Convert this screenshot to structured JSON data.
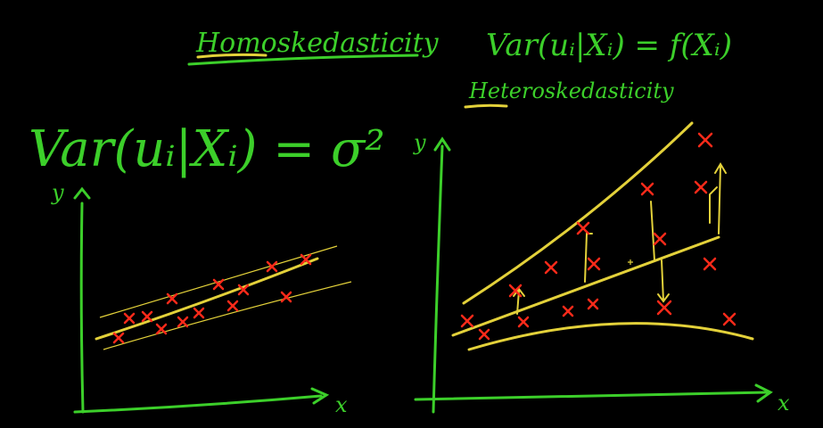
{
  "colors": {
    "background": "#000000",
    "ink_green": "#3ccf2a",
    "ink_yellow": "#e3d13a",
    "ink_red": "#ff2a1a"
  },
  "titles": {
    "homoskedasticity": "Homoskedasticity",
    "heteroskedasticity": "Heteroskedasticity"
  },
  "formulas": {
    "homo_var": "Var(uᵢ|Xᵢ) = σ²",
    "hetero_var": "Var(uᵢ|Xᵢ) = f(Xᵢ)"
  },
  "plots": {
    "left": {
      "y_label": "y",
      "x_label": "x"
    },
    "right": {
      "y_label": "y",
      "x_label": "x"
    }
  }
}
